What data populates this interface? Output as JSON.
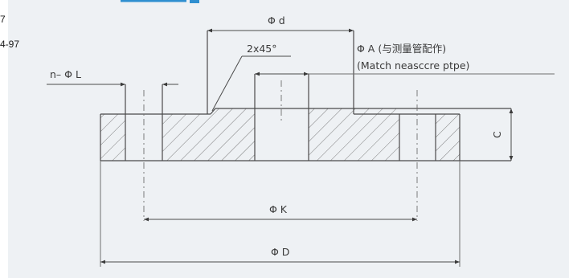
{
  "edge_text": {
    "line1": "7",
    "line2": "4-97"
  },
  "diagram": {
    "labels": {
      "bore": "Φ d",
      "chamfer": "2x45°",
      "pipe_dim": "Φ A (与测量管配作)",
      "pipe_note": "(Match neasccre ptpe)",
      "hole": "n– Φ L",
      "thickness": "C",
      "bolt_circle": "Φ K",
      "outer": "Φ D"
    },
    "colors": {
      "line": "#4a4a4a",
      "hatch": "#6e6e6e",
      "background": "#eef1f4",
      "accent": "#2f8fd0"
    }
  }
}
